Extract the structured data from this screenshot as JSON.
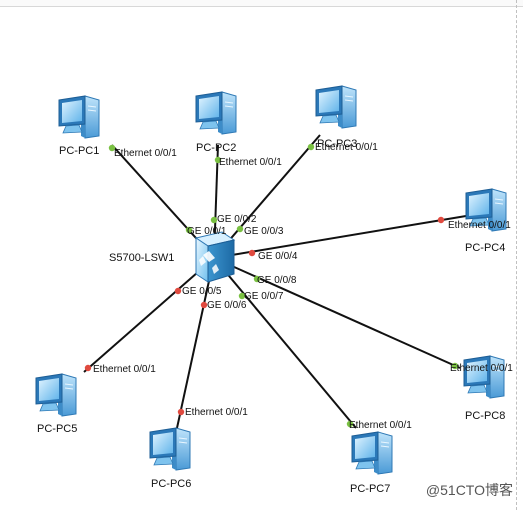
{
  "switch": {
    "name": "S5700-LSW1",
    "icon": "switch-icon"
  },
  "pcs": [
    {
      "id": "pc1",
      "name": "PC-PC1",
      "port": "Ethernet 0/0/1",
      "switch_port": "GE 0/0/1",
      "link": "up"
    },
    {
      "id": "pc2",
      "name": "PC-PC2",
      "port": "Ethernet 0/0/1",
      "switch_port": "GE 0/0/2",
      "link": "up"
    },
    {
      "id": "pc3",
      "name": "PC-PC3",
      "port": "Ethernet 0/0/1",
      "switch_port": "GE 0/0/3",
      "link": "up"
    },
    {
      "id": "pc4",
      "name": "PC-PC4",
      "port": "Ethernet 0/0/1",
      "switch_port": "GE 0/0/4",
      "link": "down"
    },
    {
      "id": "pc5",
      "name": "PC-PC5",
      "port": "Ethernet 0/0/1",
      "switch_port": "GE 0/0/5",
      "link": "down"
    },
    {
      "id": "pc6",
      "name": "PC-PC6",
      "port": "Ethernet 0/0/1",
      "switch_port": "GE 0/0/6",
      "link": "down"
    },
    {
      "id": "pc7",
      "name": "PC-PC7",
      "port": "Ethernet 0/0/1",
      "switch_port": "GE 0/0/7",
      "link": "up"
    },
    {
      "id": "pc8",
      "name": "PC-PC8",
      "port": "Ethernet 0/0/1",
      "switch_port": "GE 0/0/8",
      "link": "up"
    }
  ],
  "colors": {
    "link_up": "#7ac142",
    "link_down": "#e04a3f",
    "line": "#111111"
  },
  "watermark": "@51CTO博客"
}
